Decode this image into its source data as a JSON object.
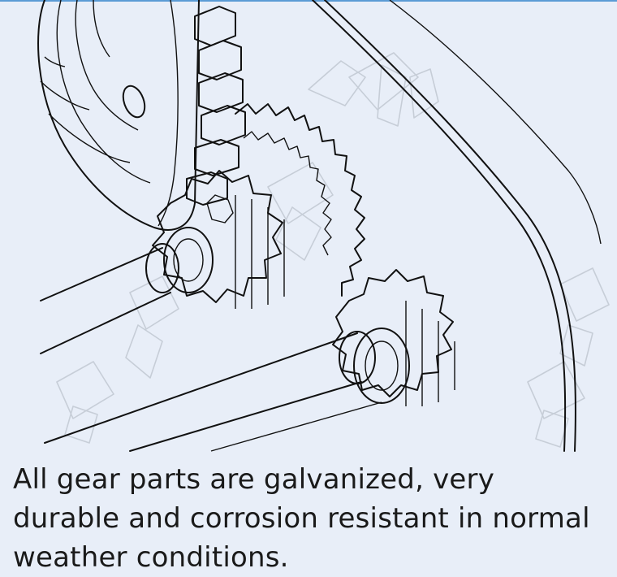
{
  "caption": {
    "text": "All gear parts are galvanized, very durable and corrosion resistant in normal weather conditions."
  },
  "illustration": {
    "subject": "gear-assembly",
    "style": "line-drawing",
    "line_color": "#111111",
    "background_color": "#e8eef8",
    "watermark": "light outline logo watermark (hand-drawn style lettering)"
  },
  "colors": {
    "accent": "#5b9bd5"
  }
}
